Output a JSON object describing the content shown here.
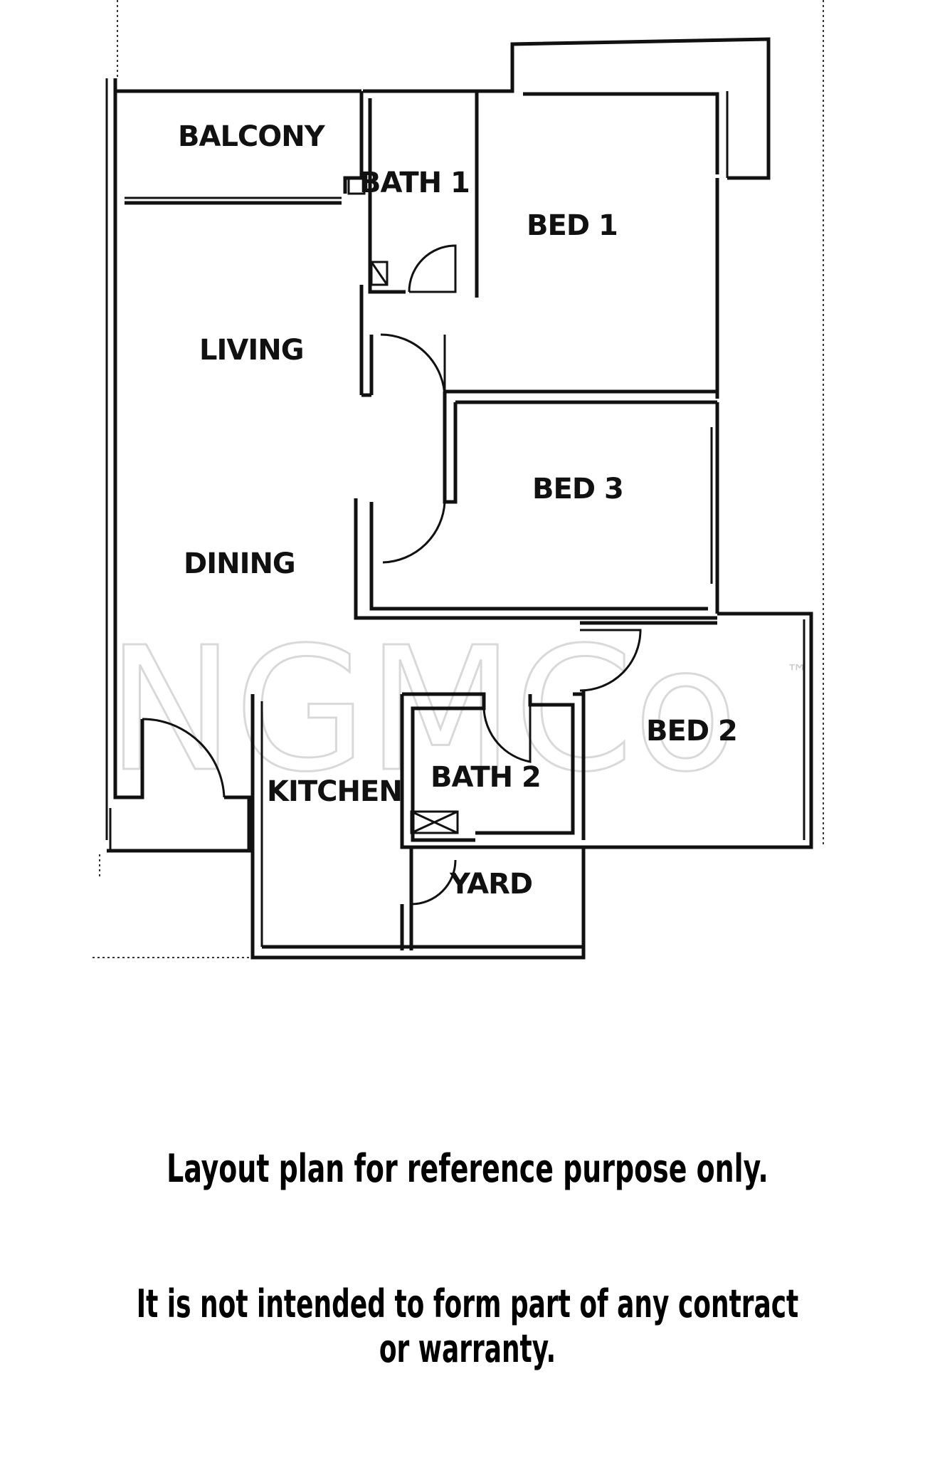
{
  "floor_plan": {
    "rooms": {
      "balcony": "BALCONY",
      "bath1": "BATH 1",
      "bed1": "BED 1",
      "living": "LIVING",
      "bed3": "BED 3",
      "dining": "DINING",
      "bed2": "BED 2",
      "kitchen": "KITCHEN",
      "bath2": "BATH 2",
      "yard": "YARD"
    },
    "watermark": "NGMCo",
    "watermark_tm": "™"
  },
  "disclaimer": {
    "line1": "Layout plan for reference purpose only.",
    "line2": "It is not intended to form part of any contract or warranty."
  }
}
